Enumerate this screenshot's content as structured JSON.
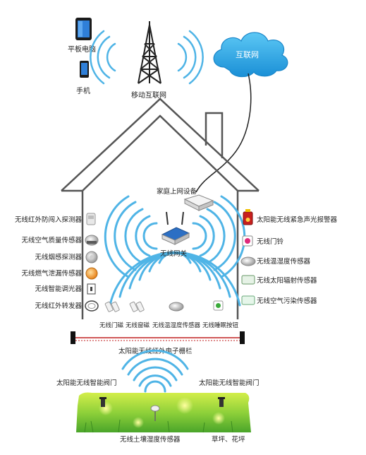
{
  "top": {
    "tablet_label": "平板电脑",
    "phone_label": "手机",
    "tower_label": "移动互联网",
    "cloud_label": "互联网"
  },
  "house": {
    "gateway_device_label": "家庭上网设备",
    "router_label": "无线网关"
  },
  "left_sensors": [
    "无线红外防闯入探测器",
    "无线空气质量传感器",
    "无线烟感探测器",
    "无线燃气泄漏传感器",
    "无线智能调光器",
    "无线红外转发器"
  ],
  "right_sensors": [
    "太阳能无线紧急声光报警器",
    "无线门铃",
    "无线温湿度传感器",
    "无线太阳辐射传感器",
    "无线空气污染传感器"
  ],
  "bottom_devices": [
    "无线门磁",
    "无线窗磁",
    "无线温湿度传感器",
    "无线睡眠按钮"
  ],
  "fence_label": "太阳能无线红外电子栅栏",
  "garden": {
    "valve_left": "太阳能无线智能阀门",
    "valve_right": "太阳能无线智能阀门",
    "soil_sensor": "无线土壤湿度传感器",
    "lawn_label": "草坪、花坪"
  },
  "colors": {
    "wave": "#4fb4e6",
    "cloud": "#2aa7e8",
    "grass": "#7cc43a",
    "house_line": "#555555"
  }
}
